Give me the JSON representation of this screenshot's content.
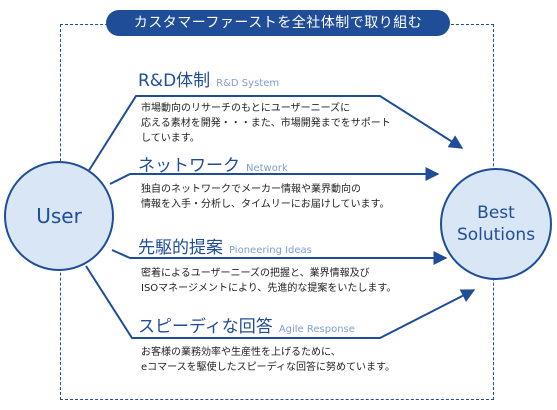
{
  "banner": "カスタマーファーストを全社体制で取り組む",
  "user_label": "User",
  "best_line1": "Best",
  "best_line2": "Solutions",
  "sections": [
    {
      "title": "R&D体制",
      "subtitle": "R&D System",
      "lines": [
        "市場動向のリサーチのもとにユーザーニーズに",
        "応える素材を開発・・・また、市場開発までをサポート",
        "しています。"
      ]
    },
    {
      "title": "ネットワーク",
      "subtitle": "Network",
      "lines": [
        "独自のネットワークでメーカー情報や業界動向の",
        "情報を入手・分析し、タイムリーにお届けしています。"
      ]
    },
    {
      "title": "先駆的提案",
      "subtitle": "Pioneering Ideas",
      "lines": [
        "密着によるユーザーニーズの把握と、業界情報及び",
        "ISOマネージメントにより、先進的な提案をいたします。"
      ]
    },
    {
      "title": "スピーディな回答",
      "subtitle": "Agile Response",
      "lines": [
        "お客様の業務効率や生産性を上げるために、",
        "eコマースを駆使したスピーディな回答に努めています。"
      ]
    }
  ],
  "colors": {
    "primary": "#1f4d97",
    "circle_fill": "#d9e6f6",
    "subtitle": "#7f9ecf"
  }
}
